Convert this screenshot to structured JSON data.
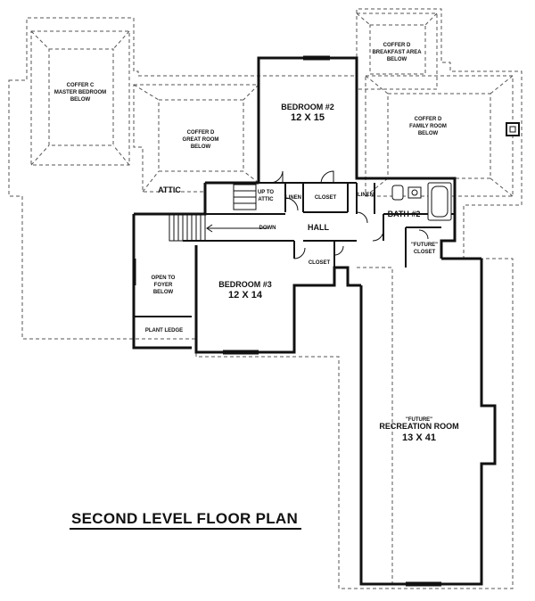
{
  "title": "SECOND LEVEL FLOOR PLAN",
  "labels": {
    "coffer_master": [
      "COFFER C",
      "MASTER BEDROOM",
      "BELOW"
    ],
    "coffer_great": [
      "COFFER D",
      "GREAT ROOM",
      "BELOW"
    ],
    "coffer_breakfast": [
      "COFFER D",
      "BREAKFAST AREA",
      "BELOW"
    ],
    "coffer_family": [
      "COFFER D",
      "FAMILY ROOM",
      "BELOW"
    ],
    "bedroom2": [
      "BEDROOM #2",
      "12 X 15"
    ],
    "bedroom3": [
      "BEDROOM #3",
      "12 X 14"
    ],
    "recreation": [
      "\"FUTURE\"",
      "RECREATION ROOM",
      "13 X 41"
    ],
    "open_foyer": [
      "OPEN TO",
      "FOYER",
      "BELOW"
    ],
    "future_closet": [
      "\"FUTURE\"",
      "CLOSET"
    ],
    "up_attic": [
      "UP TO",
      "ATTIC"
    ],
    "attic": "ATTIC",
    "linen1": "LINEN",
    "linen2": "LINEN",
    "closet1": "CLOSET",
    "closet2": "CLOSET",
    "hall": "HALL",
    "down": "DOWN",
    "bath2": "BATH #2",
    "plant_ledge": "PLANT LEDGE"
  }
}
